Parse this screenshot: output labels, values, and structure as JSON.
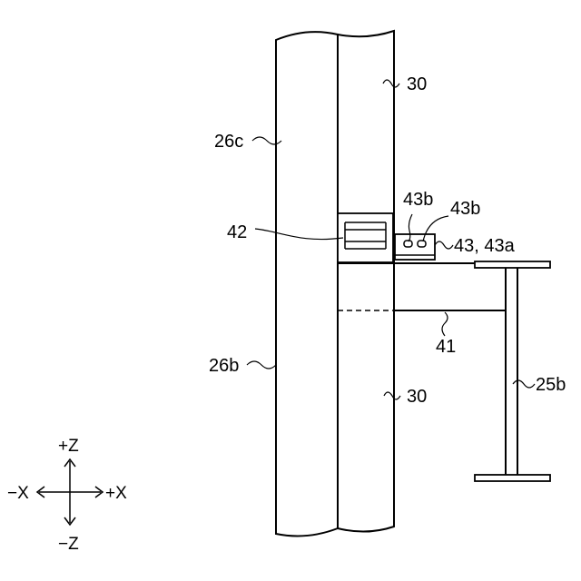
{
  "labels": {
    "col_upper": "30",
    "col_lower": "30",
    "plate_upper": "26c",
    "plate_lower": "26b",
    "bracket": "42",
    "bolt_upper": "43b",
    "bolt_lower": "43b",
    "connector": "43, 43a",
    "beam_line": "41",
    "beam": "25b"
  },
  "axes": {
    "plus_z": "+Z",
    "minus_z": "−Z",
    "plus_x": "+X",
    "minus_x": "−X"
  }
}
